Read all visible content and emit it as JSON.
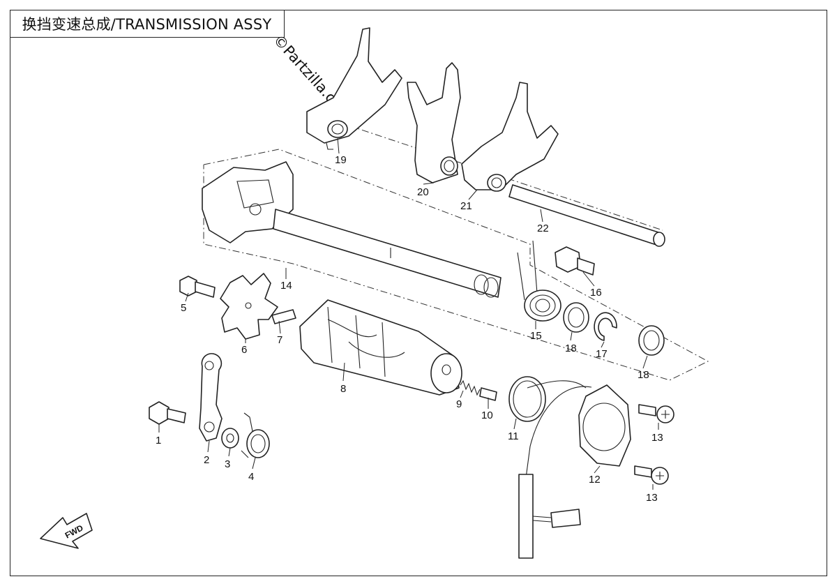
{
  "title": "换挡变速总成/TRANSMISSION ASSY",
  "watermark": "©Partzilla.com",
  "fwd_label": "FWD",
  "callouts": {
    "p1": "1",
    "p2": "2",
    "p3": "3",
    "p4": "4",
    "p5": "5",
    "p6": "6",
    "p7": "7",
    "p8": "8",
    "p9": "9",
    "p10": "10",
    "p11": "11",
    "p12": "12",
    "p13a": "13",
    "p13b": "13",
    "p14": "14",
    "p15": "15",
    "p16": "16",
    "p17": "17",
    "p18a": "18",
    "p18b": "18",
    "p19": "19",
    "p20": "20",
    "p21": "21",
    "p22": "22"
  }
}
